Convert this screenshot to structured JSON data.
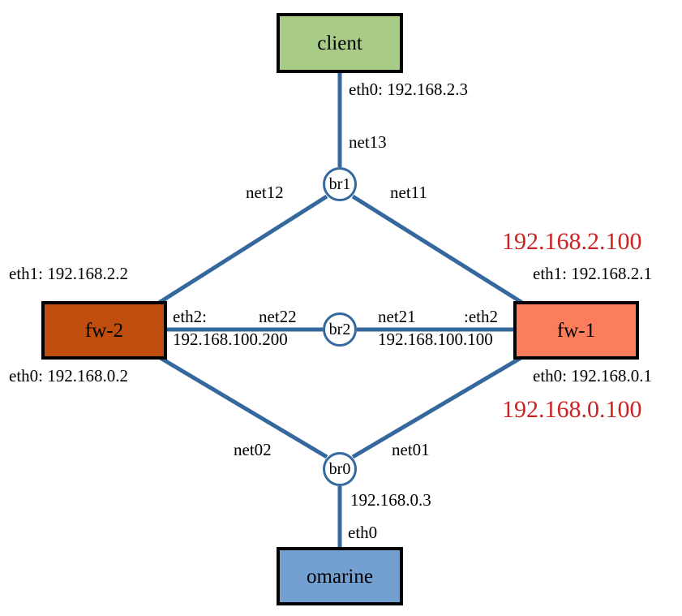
{
  "diagram": {
    "title": "network-topology",
    "colors": {
      "edge": "#35699E",
      "vip_text": "#CC2222",
      "node_border": "#000000",
      "client_fill": "#A8CC85",
      "fw2_fill": "#BF4D0D",
      "fw1_fill": "#FC7D5C",
      "omarine_fill": "#74A0D1",
      "bridge_fill": "#FFFFFF"
    },
    "hosts": [
      {
        "id": "client",
        "label": "client",
        "fill": "#A8CC85"
      },
      {
        "id": "fw-2",
        "label": "fw-2",
        "fill": "#BF4D0D"
      },
      {
        "id": "fw-1",
        "label": "fw-1",
        "fill": "#FC7D5C"
      },
      {
        "id": "omarine",
        "label": "omarine",
        "fill": "#74A0D1"
      }
    ],
    "bridges": [
      {
        "id": "br1",
        "label": "br1"
      },
      {
        "id": "br2",
        "label": "br2"
      },
      {
        "id": "br0",
        "label": "br0"
      }
    ],
    "links": [
      {
        "id": "net13",
        "label": "net13",
        "from": "client",
        "to": "br1",
        "interface": "eth0: 192.168.2.3"
      },
      {
        "id": "net12",
        "label": "net12",
        "from": "fw-2",
        "to": "br1",
        "interface": "eth1: 192.168.2.2"
      },
      {
        "id": "net11",
        "label": "net11",
        "from": "fw-1",
        "to": "br1",
        "interface": "eth1: 192.168.2.1"
      },
      {
        "id": "net22",
        "label": "net22",
        "from": "fw-2",
        "to": "br2",
        "interface": "eth2:",
        "address": "192.168.100.200"
      },
      {
        "id": "net21",
        "label": "net21",
        "from": "fw-1",
        "to": "br2",
        "interface": ":eth2",
        "address": "192.168.100.100"
      },
      {
        "id": "net02",
        "label": "net02",
        "from": "fw-2",
        "to": "br0",
        "interface": "eth0: 192.168.0.2"
      },
      {
        "id": "net01",
        "label": "net01",
        "from": "fw-1",
        "to": "br0",
        "interface": "eth0: 192.168.0.1"
      },
      {
        "id": "net0-omarine",
        "label": "eth0",
        "from": "omarine",
        "to": "br0",
        "address": "192.168.0.3"
      }
    ],
    "labels": {
      "client_eth0": "eth0: 192.168.2.3",
      "net13": "net13",
      "net12": "net12",
      "net11": "net11",
      "fw2_eth1": "eth1: 192.168.2.2",
      "fw1_eth1": "eth1: 192.168.2.1",
      "vip_upper": "192.168.2.100",
      "fw2_eth2": "eth2:",
      "fw2_eth2_addr": "192.168.100.200",
      "net22": "net22",
      "net21": "net21",
      "fw1_eth2": ":eth2",
      "fw1_eth2_addr": "192.168.100.100",
      "fw2_eth0": "eth0: 192.168.0.2",
      "fw1_eth0": "eth0: 192.168.0.1",
      "vip_lower": "192.168.0.100",
      "net02": "net02",
      "net01": "net01",
      "omarine_addr": "192.168.0.3",
      "omarine_eth0": "eth0"
    }
  }
}
